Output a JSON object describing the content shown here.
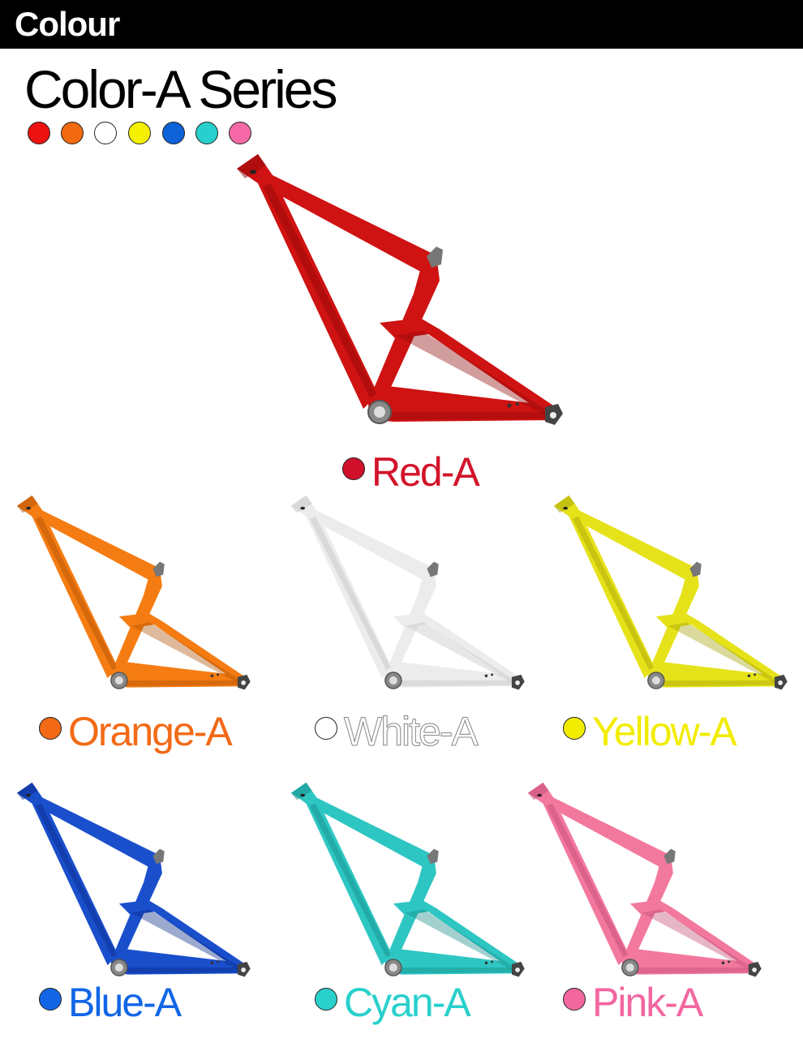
{
  "header": {
    "title": "Colour"
  },
  "series": {
    "title": "Color-A Series"
  },
  "swatches": [
    {
      "name": "red",
      "color": "#ee1111"
    },
    {
      "name": "orange",
      "color": "#f26a10"
    },
    {
      "name": "white",
      "color": "#ffffff"
    },
    {
      "name": "yellow",
      "color": "#f4f000"
    },
    {
      "name": "blue",
      "color": "#0e62d8"
    },
    {
      "name": "cyan",
      "color": "#27d0cc"
    },
    {
      "name": "pink",
      "color": "#f56aa6"
    }
  ],
  "frames": {
    "red": {
      "label": "Red-A",
      "color": "#cf1212",
      "shade": "#8e0909",
      "text_color": "#d2142a",
      "dot": "#d0102a"
    },
    "orange": {
      "label": "Orange-A",
      "color": "#f47c12",
      "shade": "#b04f06",
      "text_color": "#f26a16",
      "dot": "#f26a16"
    },
    "white": {
      "label": "White-A",
      "color": "#ececec",
      "shade": "#c4c4c4",
      "text_color": "#ffffff",
      "dot": "#ffffff"
    },
    "yellow": {
      "label": "Yellow-A",
      "color": "#e6e21a",
      "shade": "#a3a005",
      "text_color": "#f2ec00",
      "dot": "#f2ec00"
    },
    "blue": {
      "label": "Blue-A",
      "color": "#1a4fcc",
      "shade": "#0a2a88",
      "text_color": "#1266e6",
      "dot": "#1266e6"
    },
    "cyan": {
      "label": "Cyan-A",
      "color": "#2ec6c2",
      "shade": "#148a87",
      "text_color": "#29d0cc",
      "dot": "#29d0cc"
    },
    "pink": {
      "label": "Pink-A",
      "color": "#f2789e",
      "shade": "#c04873",
      "text_color": "#f2679f",
      "dot": "#f2679f"
    }
  }
}
